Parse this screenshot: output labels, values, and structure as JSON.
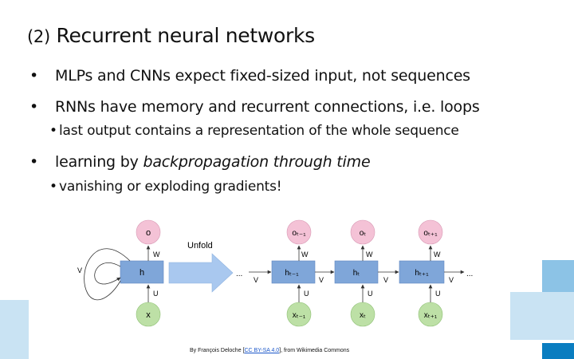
{
  "slide": {
    "title_number": "(2)",
    "title_text": "Recurrent neural networks",
    "bullets": [
      {
        "text": "MLPs and CNNs expect fixed-sized input, not sequences"
      },
      {
        "text": "RNNs have memory and recurrent connections, i.e. loops",
        "sub": "last output contains a representation of the whole sequence"
      },
      {
        "text_plain": "learning by ",
        "text_italic": "backpropagation through time",
        "sub": "vanishing or exploding gradients!"
      }
    ],
    "bullet_glyph": "•"
  },
  "diagram": {
    "unfold_label": "Unfold",
    "folded": {
      "output": "o",
      "hidden": "h",
      "input": "x",
      "w": "W",
      "u": "U",
      "v": "V"
    },
    "unfolded": {
      "outputs": [
        "oₜ₋₁",
        "oₜ",
        "oₜ₊₁"
      ],
      "hiddens": [
        "hₜ₋₁",
        "hₜ",
        "hₜ₊₁"
      ],
      "inputs": [
        "xₜ₋₁",
        "xₜ",
        "xₜ₊₁"
      ],
      "w": "W",
      "u": "U",
      "v": "V",
      "ellipsis": "..."
    },
    "colors": {
      "output": "#f4c2d6",
      "hidden": "#7fa6d9",
      "input": "#bde0a6",
      "arrow": "#a9c8ef"
    }
  },
  "credit": {
    "prefix": "By François Deloche [",
    "link": "CC BY-SA 4.0",
    "suffix": "], from Wikimedia Commons"
  },
  "theme": {
    "light_blue": "#c9e3f3",
    "mid_blue": "#8cc3e6",
    "dark_blue": "#0a7dc0"
  }
}
